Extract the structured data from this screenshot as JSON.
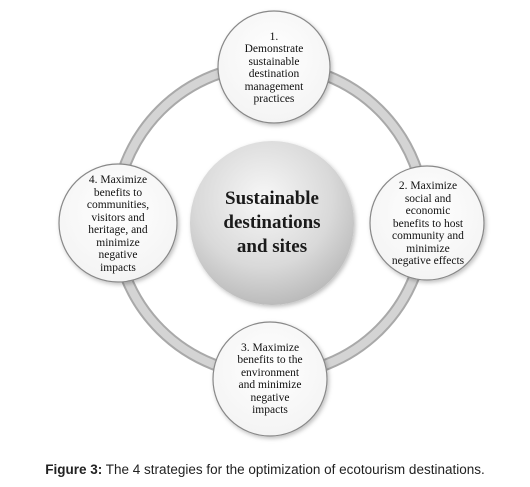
{
  "diagram": {
    "center": {
      "label": "Sustainable\ndestinations\nand sites"
    },
    "nodes": [
      {
        "label": "1.\nDemonstrate\nsustainable\ndestination\nmanagement\npractices"
      },
      {
        "label": "2. Maximize\nsocial and\neconomic\nbenefits to host\ncommunity and\nminimize\nnegative effects"
      },
      {
        "label": "3. Maximize\nbenefits to the\nenvironment\nand minimize\nnegative\nimpacts"
      },
      {
        "label": "4. Maximize\nbenefits to\ncommunities,\nvisitors and\nheritage, and\nminimize\nnegative\nimpacts"
      }
    ]
  },
  "caption": {
    "label": "Figure 3:",
    "text": " The 4 strategies for the optimization of ecotourism destinations."
  },
  "colors": {
    "ring": "#c9c9c9",
    "ring_edge": "#9a9a9a",
    "node_border": "#8a8a8a",
    "center_light": "#f4f4f4",
    "center_dark": "#bdbdbd"
  }
}
